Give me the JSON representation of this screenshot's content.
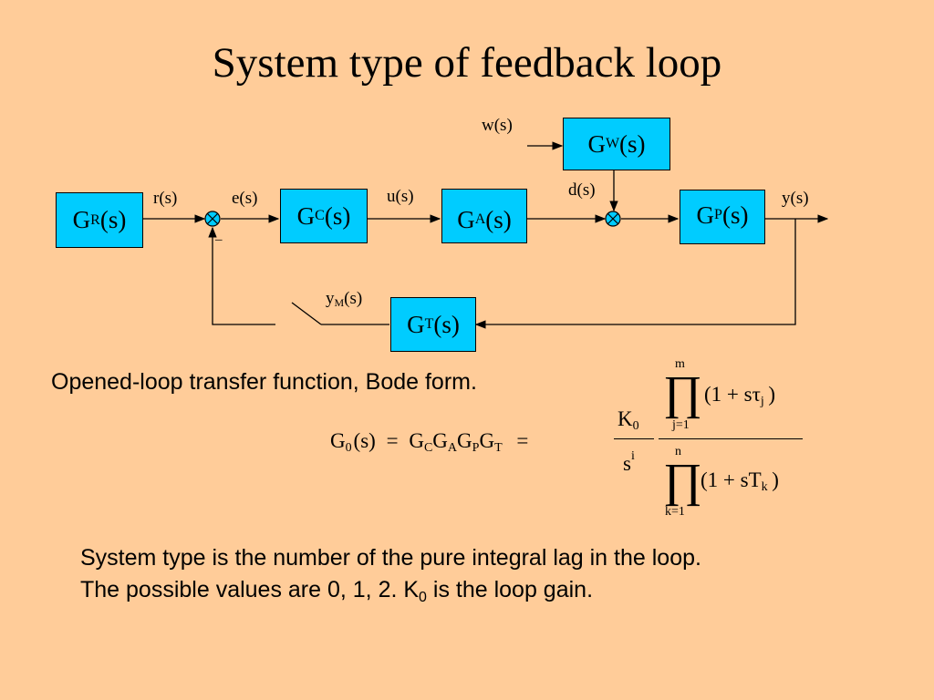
{
  "title": "System type of feedback loop",
  "blocks": {
    "gr": {
      "base": "G",
      "sub": "R",
      "arg": "(s)"
    },
    "gc": {
      "base": "G",
      "sub": "C",
      "arg": "(s)"
    },
    "ga": {
      "base": "G",
      "sub": "A",
      "arg": "(s)"
    },
    "gp": {
      "base": "G",
      "sub": "P",
      "arg": "(s)"
    },
    "gw": {
      "base": "G",
      "sub": "W",
      "arg": "(s)"
    },
    "gt": {
      "base": "G",
      "sub": "T",
      "arg": "(s)"
    }
  },
  "signals": {
    "w": "w(s)",
    "r": "r(s)",
    "e": "e(s)",
    "u": "u(s)",
    "d": "d(s)",
    "y": "y(s)",
    "ym_base": "y",
    "ym_sub": "M",
    "ym_arg": "(s)",
    "minus": "–"
  },
  "equation": {
    "heading": "Opened-loop transfer function, Bode form.",
    "g0_base": "G",
    "g0_sub": "0",
    "g0_arg": "(s)",
    "eq1": "=",
    "gc_base": "G",
    "gc_sub": "C",
    "ga_base": "G",
    "ga_sub": "A",
    "gp_base": "G",
    "gp_sub": "P",
    "gt_base": "G",
    "gt_sub": "T",
    "eq2": "=",
    "k_base": "K",
    "k_sub": "0",
    "s_base": "s",
    "s_sup": "i",
    "num_upper": "m",
    "num_lower": "j=1",
    "num_term": "(1 + sτ",
    "num_term_sub": "j",
    "num_close": ")",
    "den_upper": "n",
    "den_lower": "k=1",
    "den_term": "(1 + sT",
    "den_term_sub": "k",
    "den_close": ")",
    "product_symbol": "∏"
  },
  "footer": {
    "line1": "System type is the number of the pure integral lag in the loop.",
    "line2_pre": "The possible values are 0, 1, 2. K",
    "line2_sub": "0",
    "line2_post": " is the loop gain."
  }
}
